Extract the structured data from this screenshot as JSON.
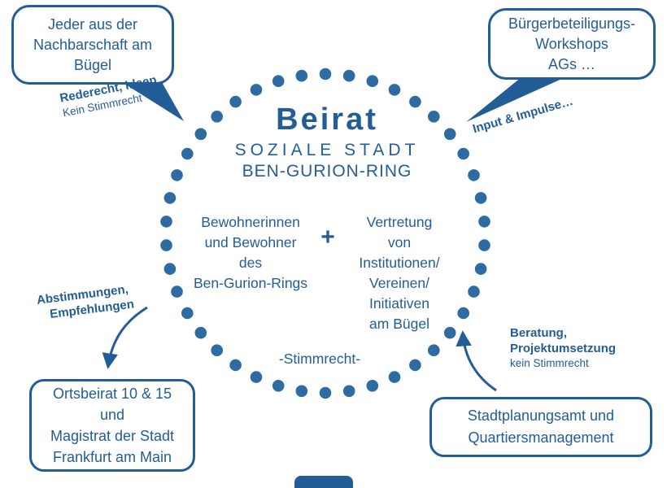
{
  "colors": {
    "primary": "#235d97",
    "dot": "#2e6ba3"
  },
  "bubbles": {
    "top_left": {
      "lines": [
        "Jeder aus der",
        "Nachbarschaft am",
        "Bügel"
      ]
    },
    "top_right": {
      "lines": [
        "Bürgerbeteiligungs-",
        "Workshops",
        "AGs …"
      ]
    }
  },
  "boxes": {
    "bottom_left": {
      "lines": [
        "Ortsbeirat 10 & 15",
        "und",
        "Magistrat der Stadt",
        "Frankfurt am Main"
      ]
    },
    "bottom_right": {
      "lines": [
        "Stadtplanungsamt und",
        "Quartiersmanagement"
      ]
    }
  },
  "circle": {
    "title": "Beirat",
    "subtitle1": "SOZIALE STADT",
    "subtitle2": "BEN-GURION-RING",
    "left_group": [
      "Bewohnerinnen",
      "und Bewohner",
      "des",
      "Ben-Gurion-Rings"
    ],
    "plus": "+",
    "right_group": [
      "Vertretung",
      "von",
      "Institutionen/",
      "Vereinen/",
      "Initiativen",
      "am Bügel"
    ],
    "bottom_label": "-Stimmrecht-"
  },
  "annotations": {
    "top_left": {
      "bold": "Rederecht, Ideen",
      "regular": "Kein Stimmrecht"
    },
    "top_right": {
      "bold": "Input & Impulse…"
    },
    "left": {
      "bold1": "Abstimmungen,",
      "bold2": "Empfehlungen"
    },
    "right": {
      "bold1": "Beratung,",
      "bold2": "Projektumsetzung",
      "regular": "kein Stimmrecht"
    }
  }
}
